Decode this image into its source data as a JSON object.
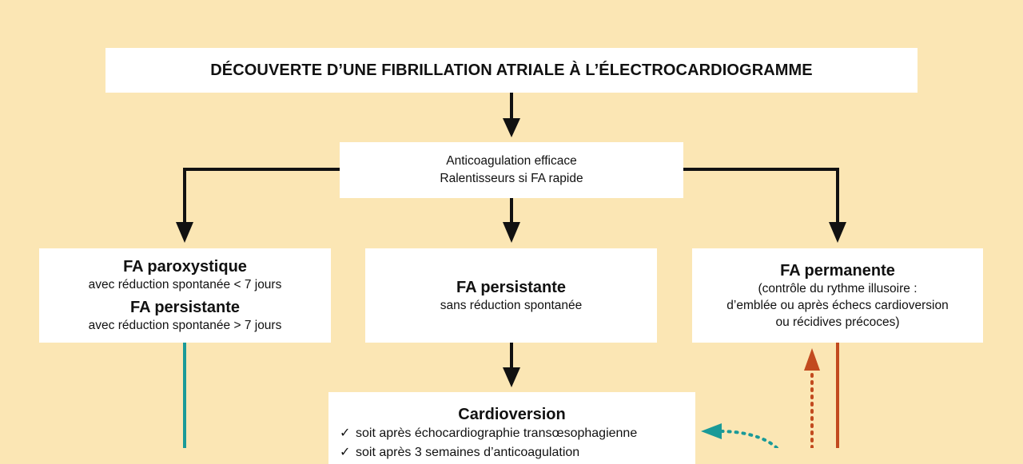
{
  "title": "DÉCOUVERTE D’UNE FIBRILLATION ATRIALE À L’ÉLECTROCARDIOGRAMME",
  "initial_step": {
    "line1": "Anticoagulation efficace",
    "line2": "Ralentisseurs si FA rapide"
  },
  "left": {
    "title1": "FA paroxystique",
    "sub1": "avec réduction spontanée < 7 jours",
    "title2": "FA persistante",
    "sub2": "avec réduction spontanée > 7 jours"
  },
  "middle": {
    "title": "FA persistante",
    "sub": "sans réduction spontanée"
  },
  "right": {
    "title": "FA permanente",
    "line1": "(contrôle du rythme illusoire :",
    "line2": "d’emblée ou après échecs cardioversion",
    "line3": "ou récidives précoces)"
  },
  "cardioversion": {
    "title": "Cardioversion",
    "check_symbol": "✓",
    "item1": "soit après échocardiographie transœsophagienne",
    "item2": "soit après 3 semaines d’anticoagulation"
  },
  "colors": {
    "background": "#fbe6b4",
    "arrow_black": "#111111",
    "teal": "#1a9a98",
    "rust": "#c24a1f"
  }
}
